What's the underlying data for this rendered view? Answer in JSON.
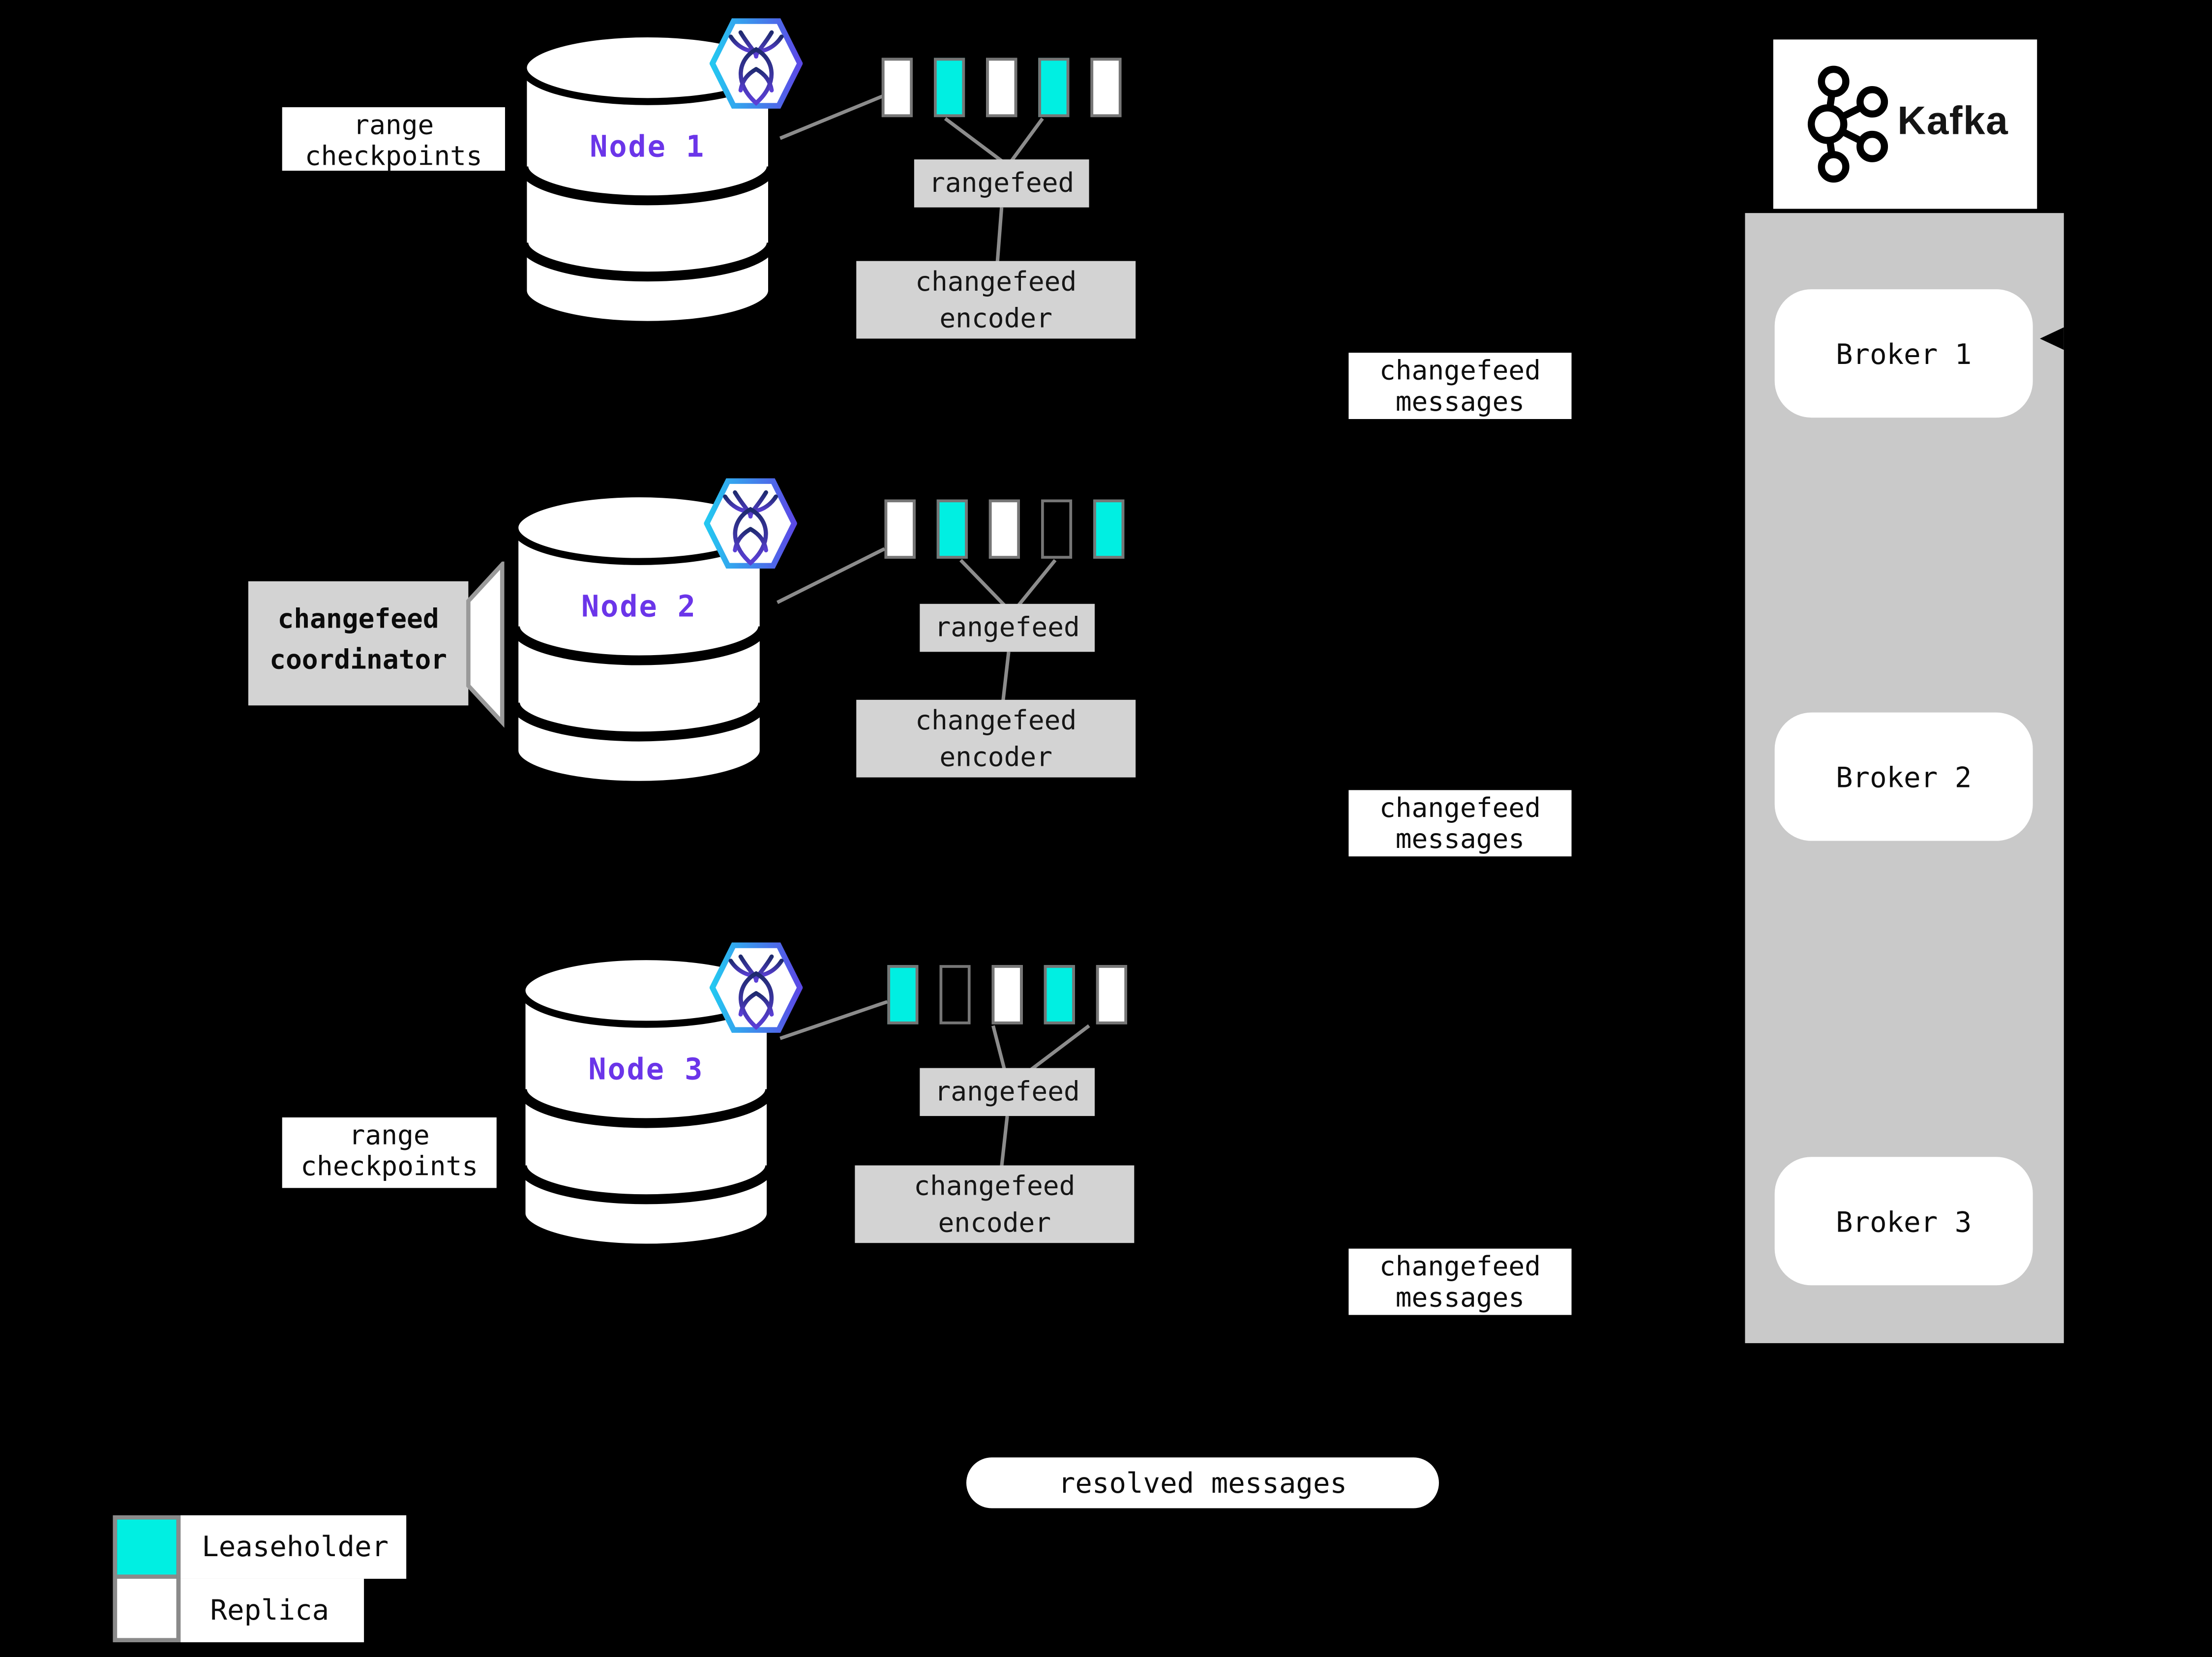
{
  "colors": {
    "background": "#000000",
    "leaseholder": "#00efe2",
    "replica": "#ffffff",
    "node_label_purple": "#6b35e9",
    "process_box_gray": "#d3d3d3",
    "broker_panel_gray": "#c9c9c9"
  },
  "nodes": [
    {
      "label": "Node 1",
      "ranges": [
        "replica",
        "leaseholder",
        "replica",
        "leaseholder",
        "replica"
      ]
    },
    {
      "label": "Node 2",
      "ranges": [
        "replica",
        "leaseholder",
        "replica",
        "empty",
        "leaseholder"
      ]
    },
    {
      "label": "Node 3",
      "ranges": [
        "leaseholder",
        "empty",
        "replica",
        "leaseholder",
        "replica"
      ]
    }
  ],
  "labels": {
    "range_checkpoints": [
      "range",
      "checkpoints"
    ],
    "rangefeed": "rangefeed",
    "changefeed_encoder": [
      "changefeed",
      "encoder"
    ],
    "changefeed_messages": [
      "changefeed",
      "messages"
    ],
    "changefeed_coordinator": [
      "changefeed",
      "coordinator"
    ],
    "resolved_messages": "resolved messages"
  },
  "kafka": {
    "brand": "Kafka",
    "brokers": [
      "Broker 1",
      "Broker 2",
      "Broker 3"
    ]
  },
  "legend": {
    "leaseholder": "Leaseholder",
    "replica": "Replica"
  },
  "icons": {
    "node": "database-cylinder-icon",
    "node_badge": "cockroachdb-hexagon-icon",
    "kafka": "kafka-logo-icon"
  }
}
